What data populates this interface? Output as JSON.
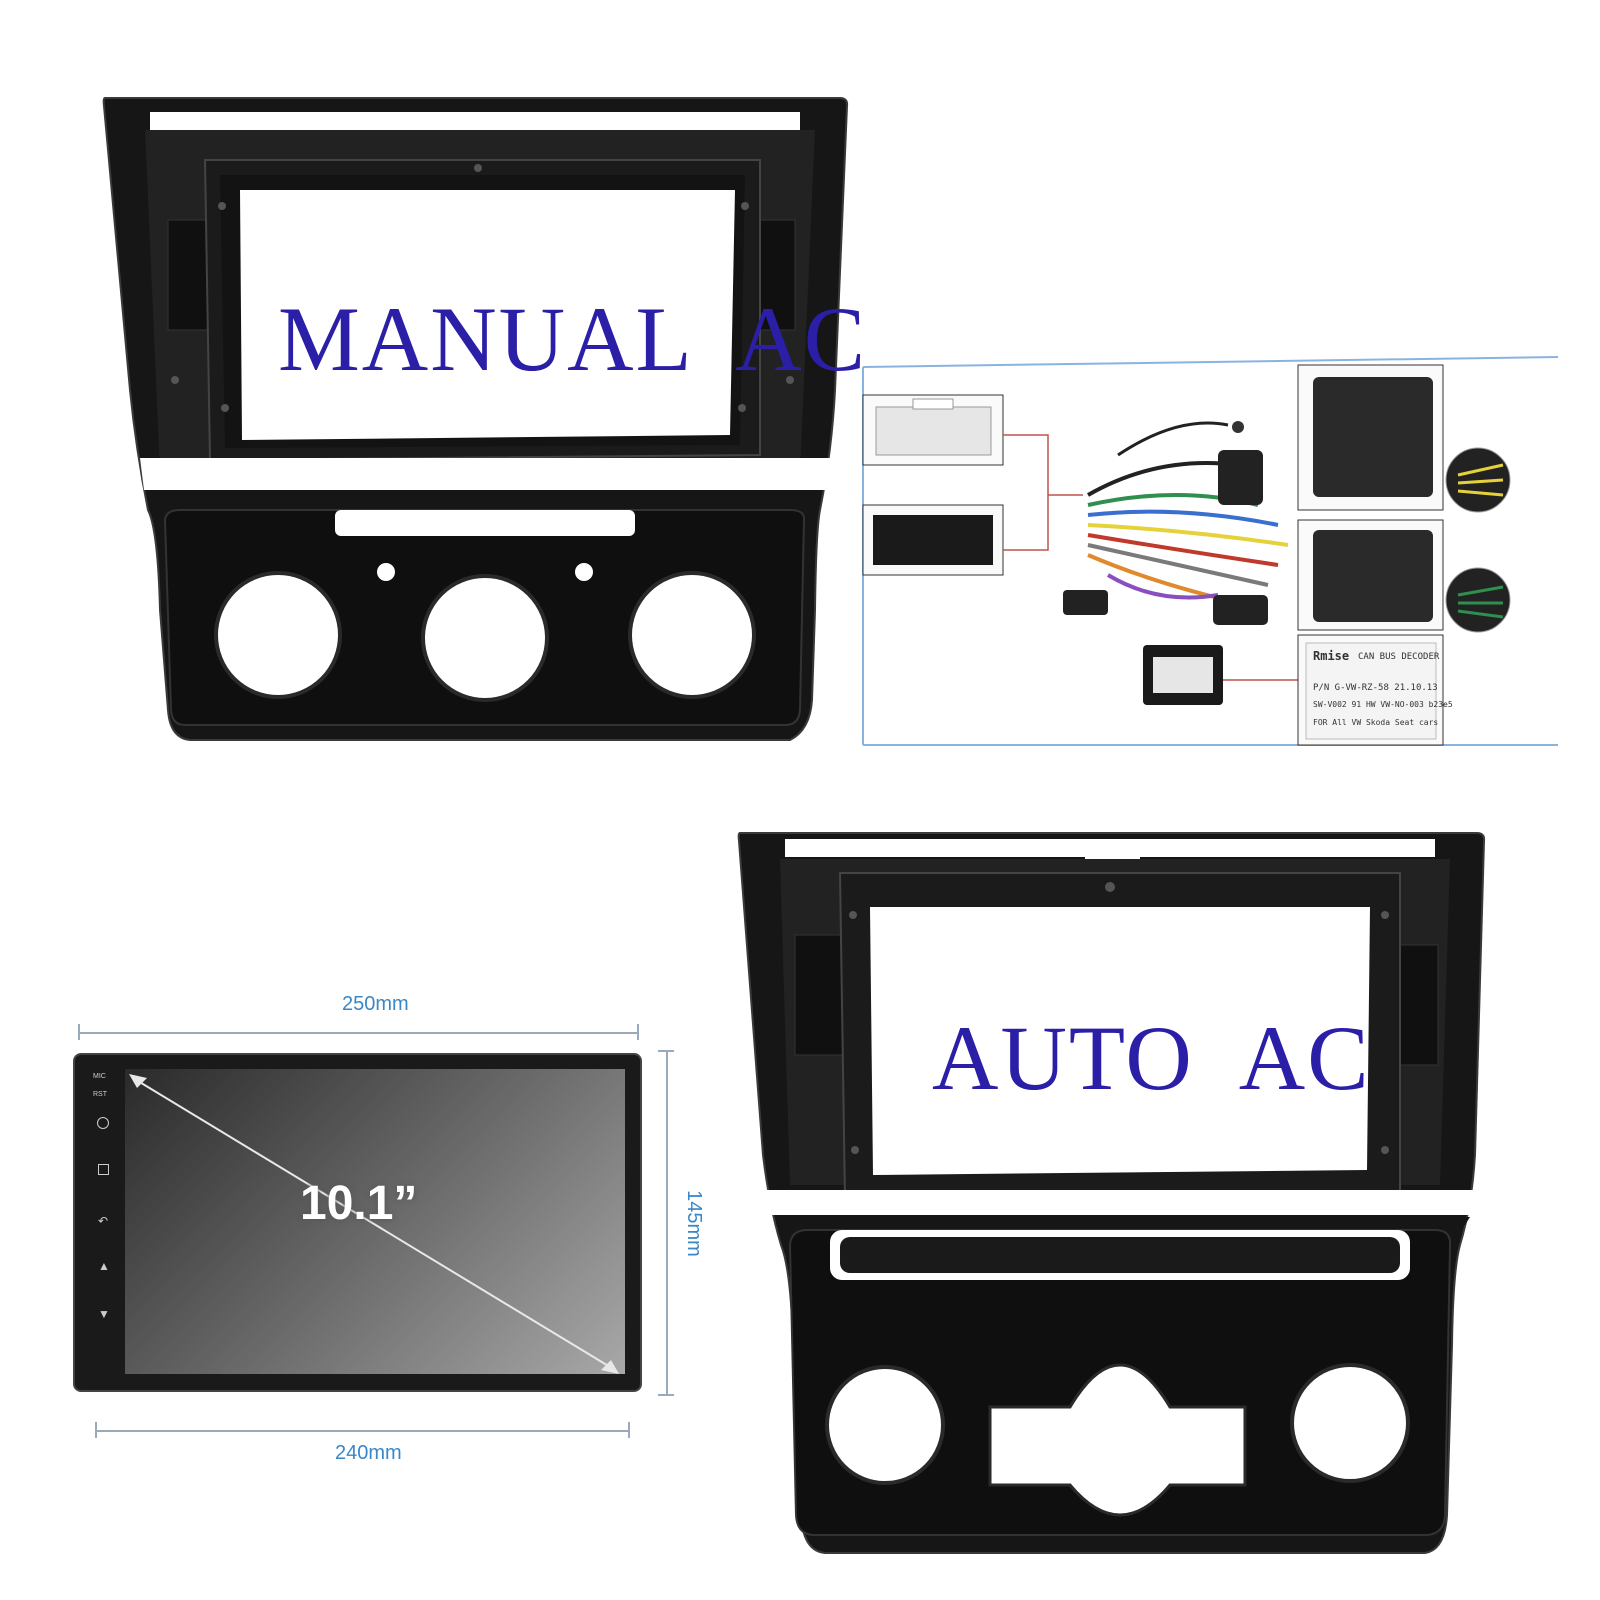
{
  "colors": {
    "frame": "#181818",
    "frame_edge": "#3a3a3a",
    "label_blue": "#2b1fa8",
    "dimension_blue": "#3a87c8",
    "wire_red": "#c0504d"
  },
  "frames": {
    "manual": {
      "label": "MANUAL  AC"
    },
    "auto": {
      "label": "AUTO  AC"
    }
  },
  "screen": {
    "size_label": "10.1”",
    "top_width": "250mm",
    "bottom_width": "240mm",
    "height": "145mm",
    "buttons": [
      "MIC",
      "RST",
      "power-icon",
      "home-icon",
      "back-icon",
      "volume-up-icon",
      "volume-down-icon"
    ]
  },
  "harness": {
    "decoder_label": {
      "brand": "Rmise",
      "line1": "CAN BUS DECODER",
      "line2": "P/N G-VW-RZ-58   21.10.13",
      "line3": "SW-V002 91 HW VW-NO-003 b23e5",
      "line4": "FOR All VW Skoda Seat cars"
    }
  }
}
